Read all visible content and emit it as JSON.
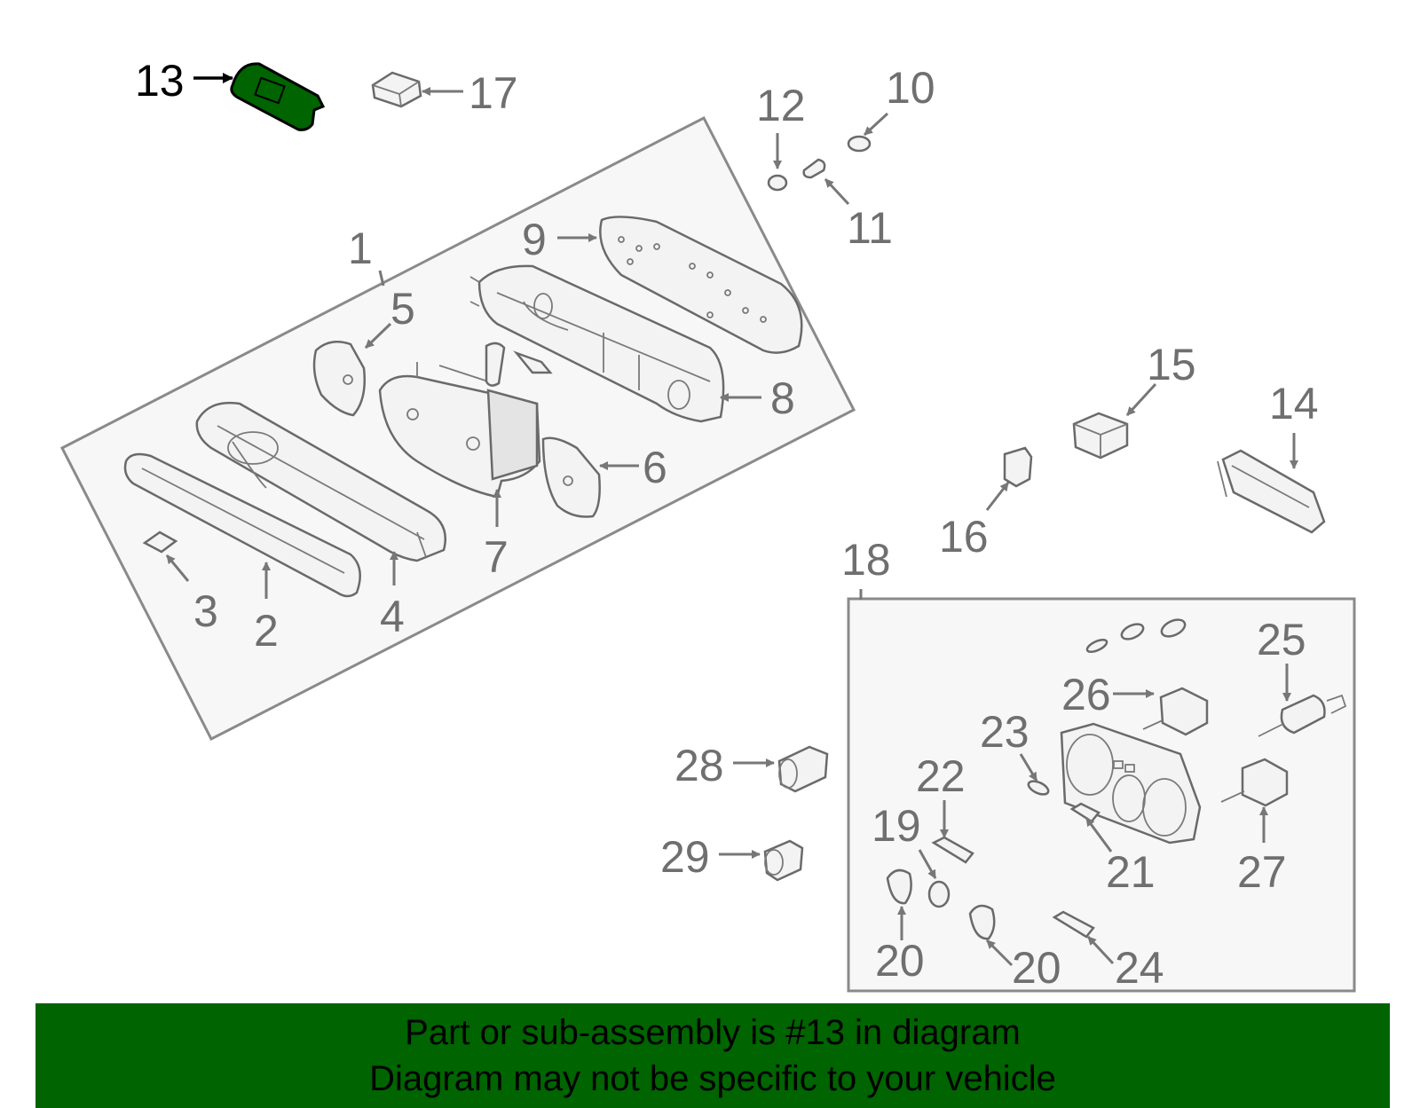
{
  "diagram": {
    "highlighted_part": "13",
    "highlight_color": "#006400",
    "callouts": {
      "c1": "1",
      "c2": "2",
      "c3": "3",
      "c4": "4",
      "c5": "5",
      "c6": "6",
      "c7": "7",
      "c8": "8",
      "c9": "9",
      "c10": "10",
      "c11": "11",
      "c12": "12",
      "c13": "13",
      "c14": "14",
      "c15": "15",
      "c16": "16",
      "c17": "17",
      "c18": "18",
      "c19": "19",
      "c20a": "20",
      "c20b": "20",
      "c21": "21",
      "c22": "22",
      "c23": "23",
      "c24": "24",
      "c25": "25",
      "c26": "26",
      "c27": "27",
      "c28": "28",
      "c29": "29"
    }
  },
  "banner": {
    "line1": "Part or sub-assembly is #13 in diagram",
    "line2": "Diagram may not be specific to your vehicle",
    "background": "#006400"
  }
}
